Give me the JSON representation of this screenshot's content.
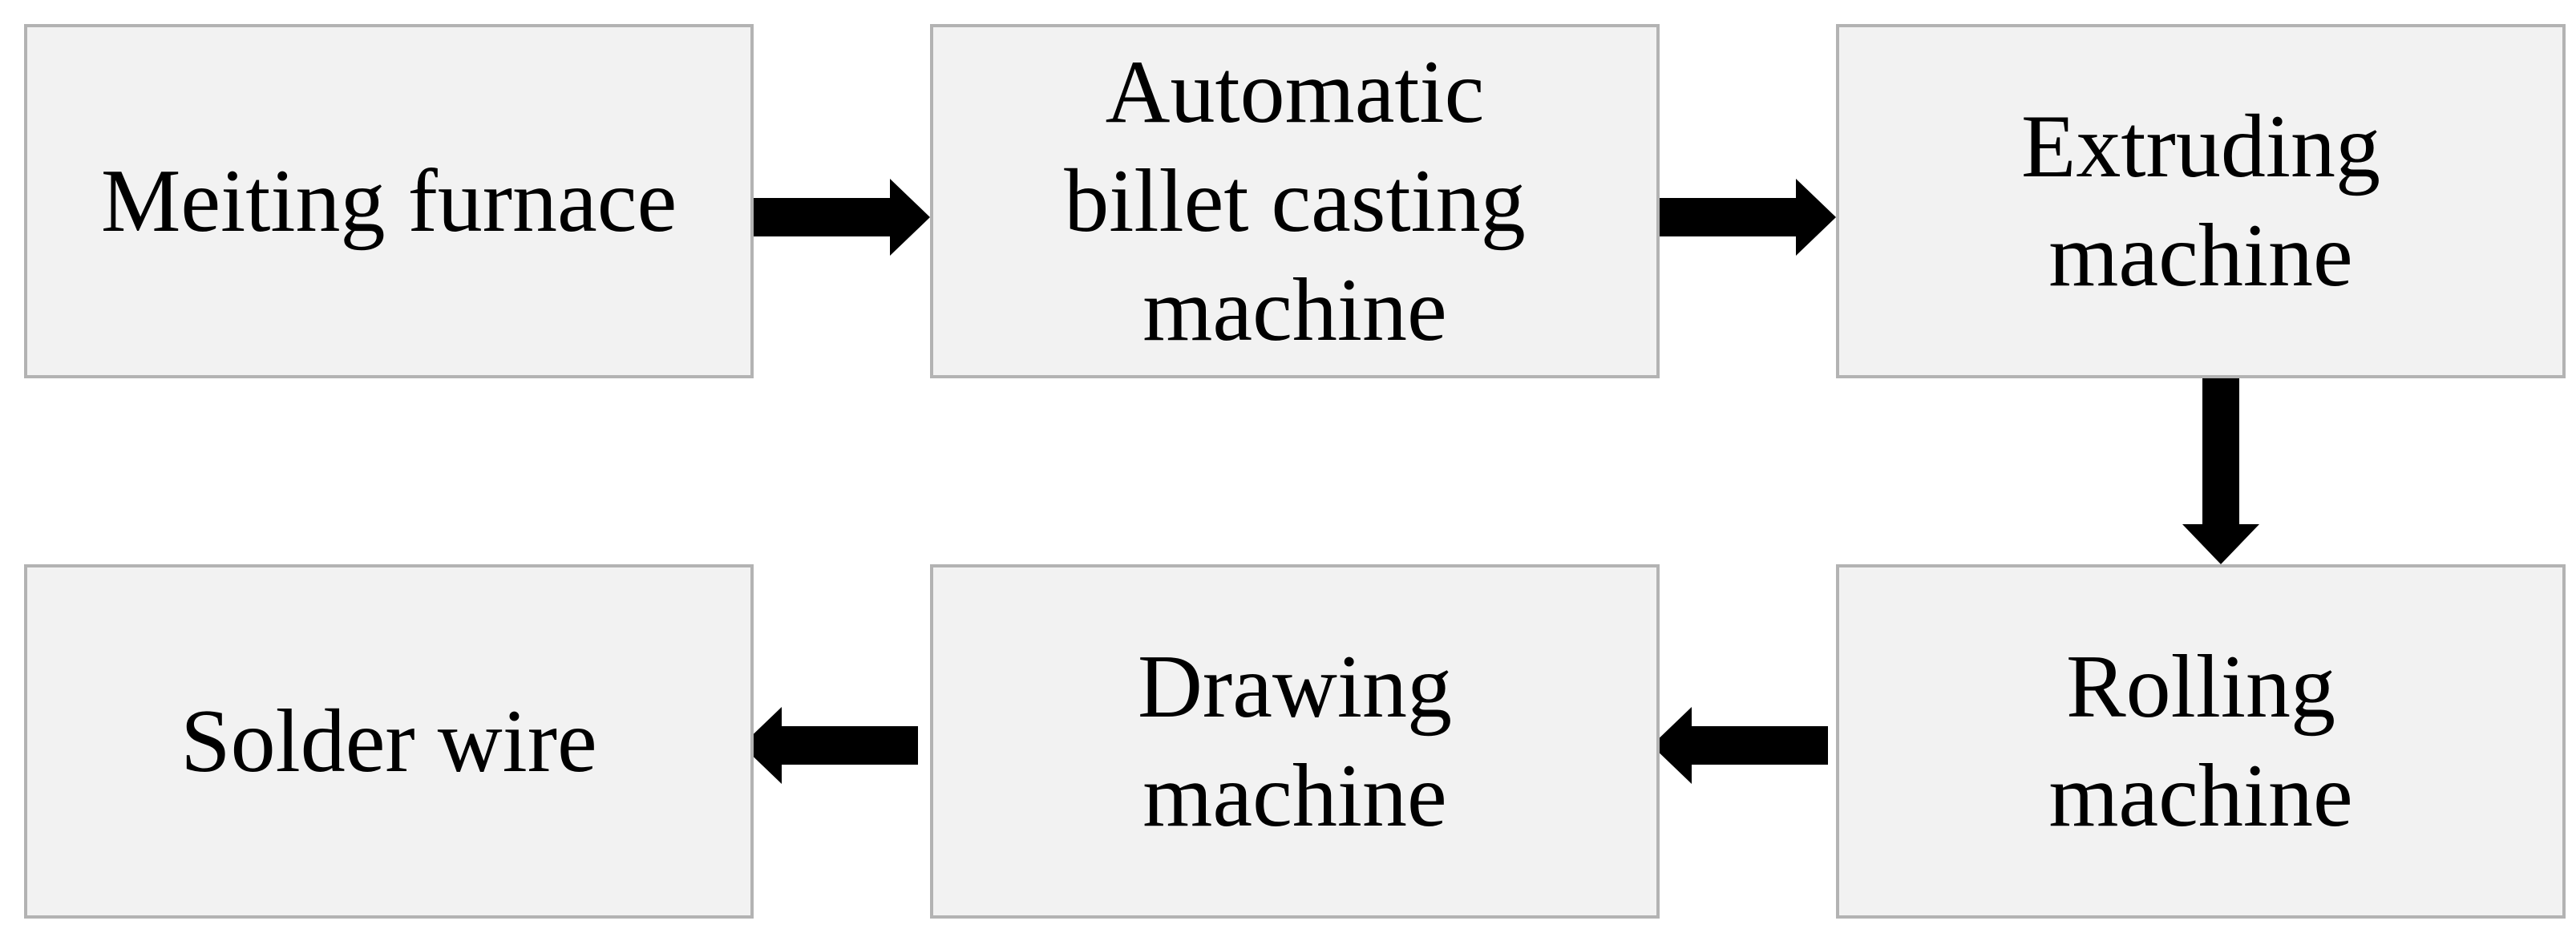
{
  "diagram": {
    "steps": [
      {
        "label": "Meiting furnace"
      },
      {
        "label": "Automatic\nbillet casting\nmachine"
      },
      {
        "label": "Extruding\nmachine"
      },
      {
        "label": "Rolling\nmachine"
      },
      {
        "label": "Drawing\nmachine"
      },
      {
        "label": "Solder wire"
      }
    ]
  },
  "colors": {
    "box_fill": "#f2f2f2",
    "box_border": "#b3b3b3",
    "arrow": "#000000",
    "text": "#000000"
  }
}
